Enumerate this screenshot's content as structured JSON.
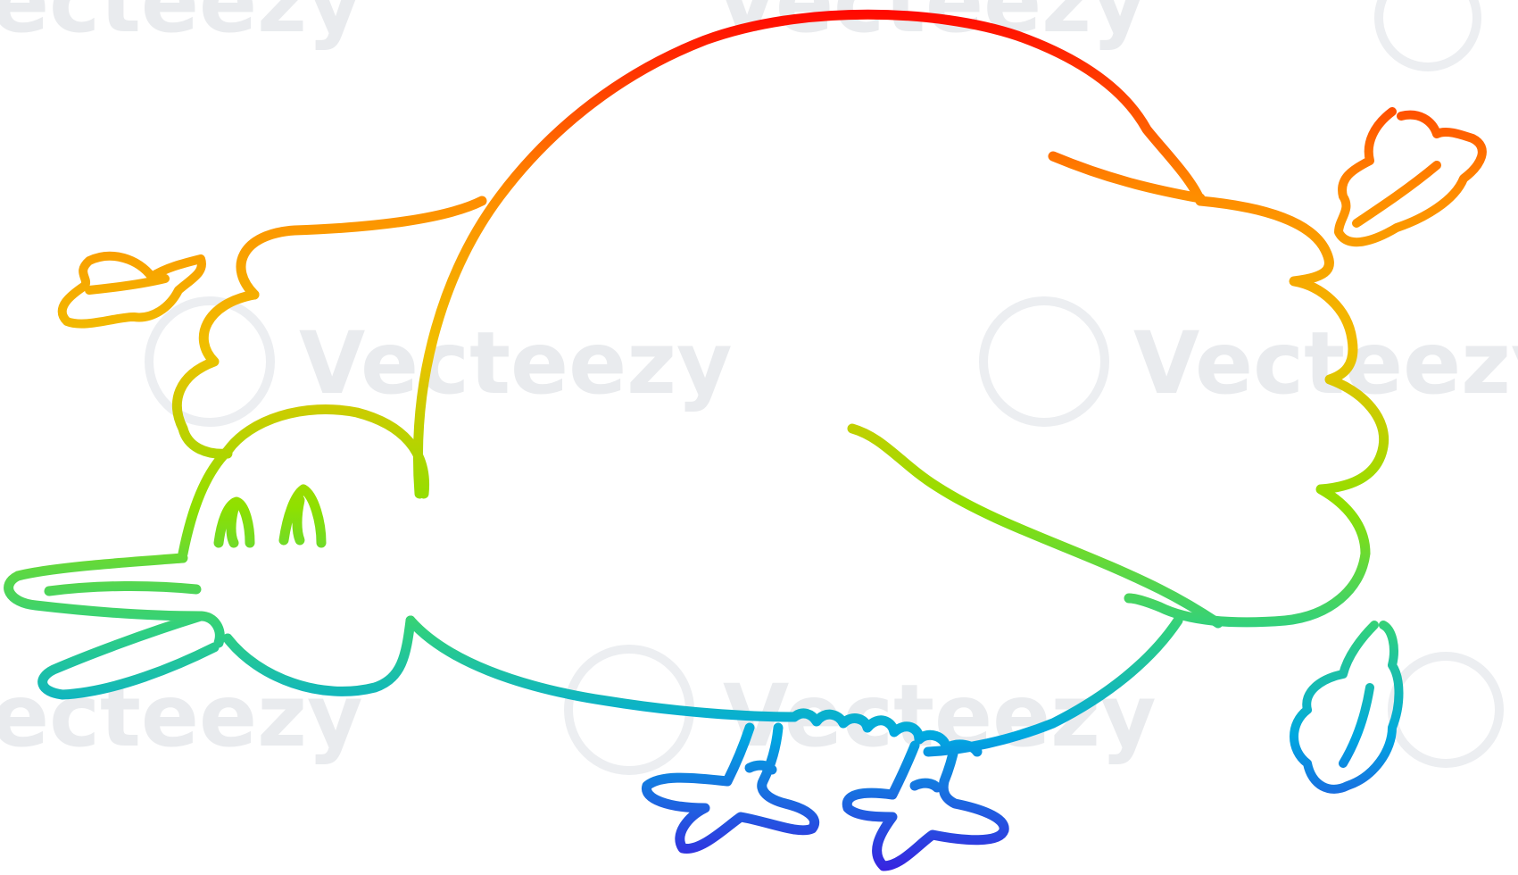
{
  "watermark": {
    "brand": "Vecteezy",
    "partial_left": "ecteezy"
  },
  "illustration": {
    "subject": "cartoon bird lying on its back with scattered feathers",
    "gradient_colors": [
      "#ff0000",
      "#ff8c00",
      "#8fe000",
      "#00b8c8",
      "#3a1fe0"
    ],
    "icons": [
      "bird-body",
      "bird-head",
      "beak",
      "closed-eyes",
      "tail-feathers",
      "feet",
      "loose-feather"
    ]
  }
}
